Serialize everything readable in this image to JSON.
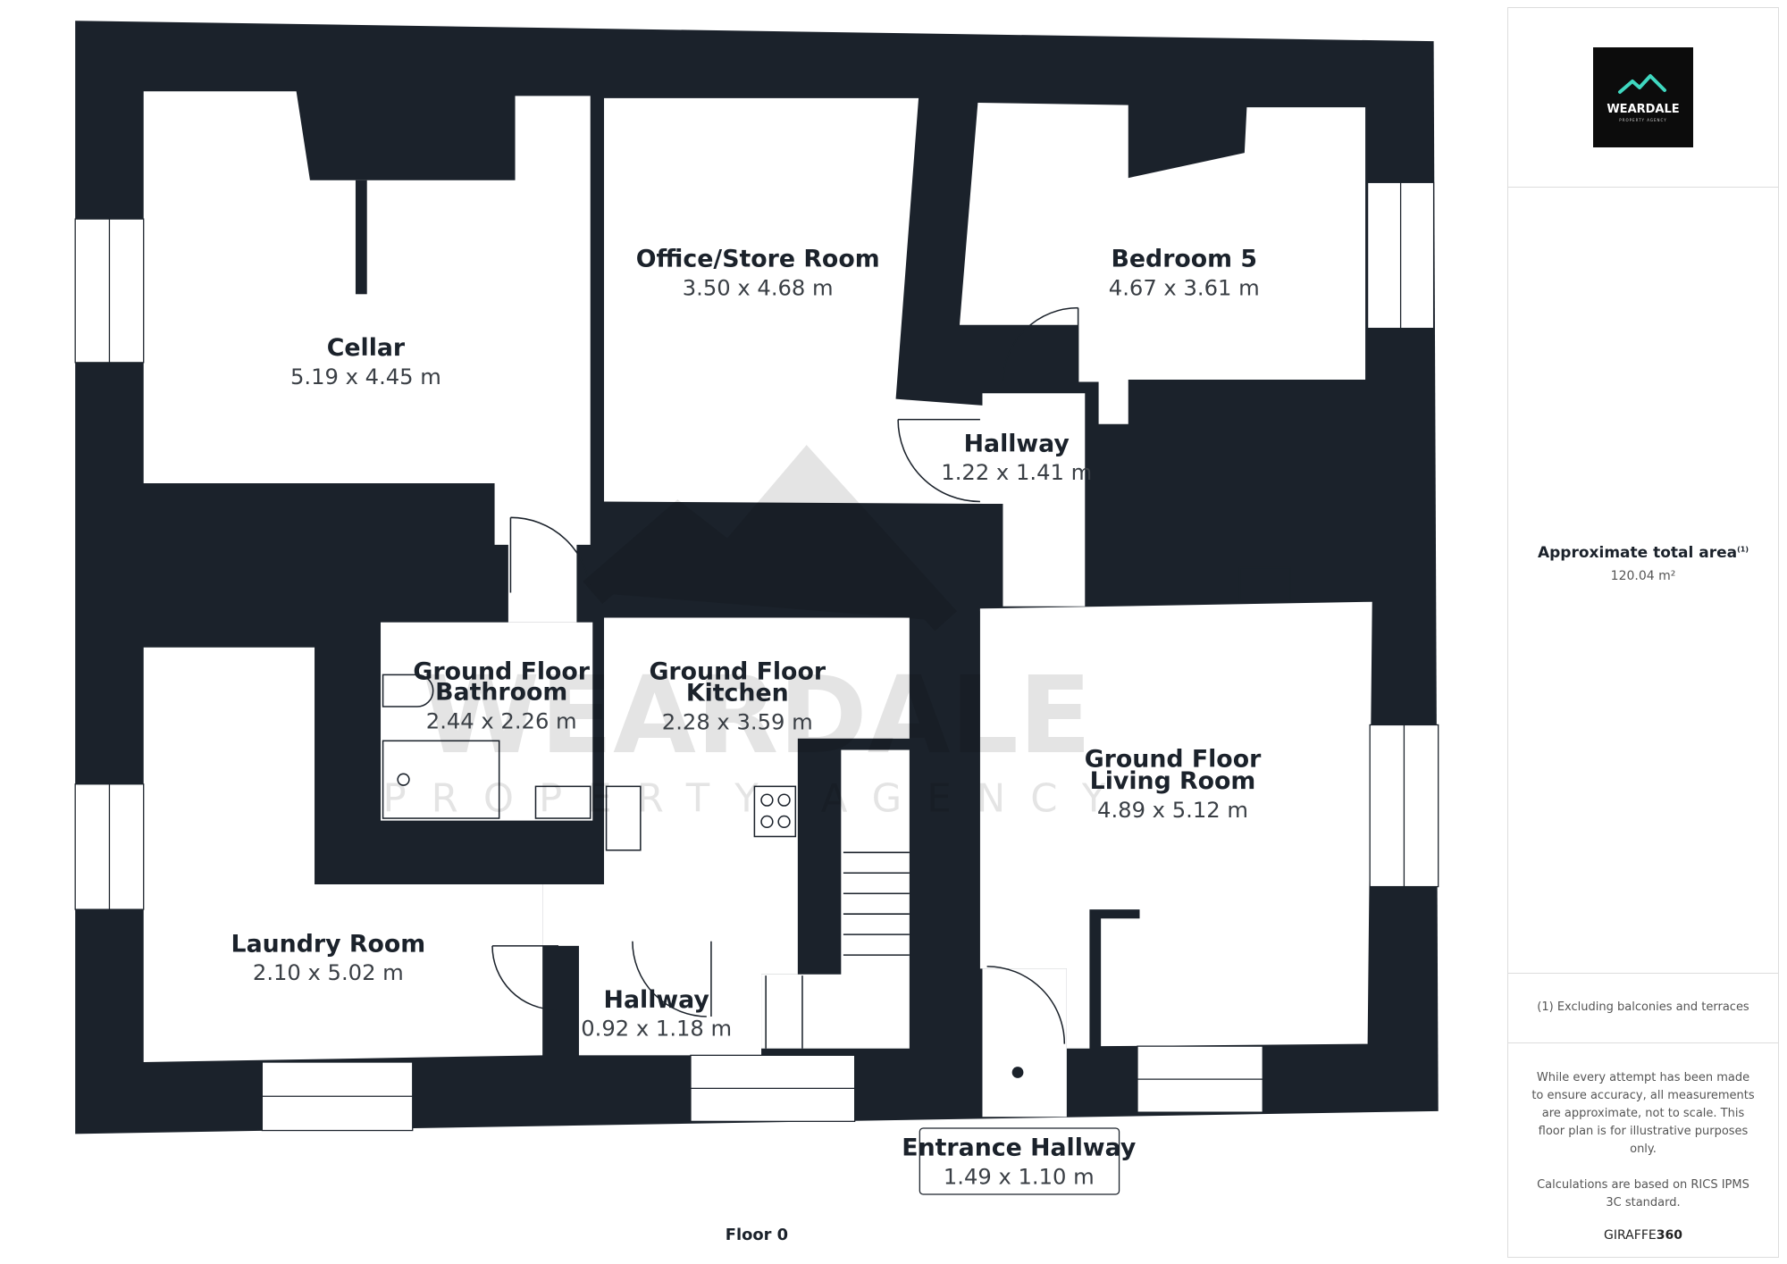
{
  "brand": {
    "name": "WEARDALE",
    "tagline": "PROPERTY AGENCY",
    "accent": "#3fd8c0"
  },
  "rooms": [
    {
      "id": "cellar",
      "name": "Cellar",
      "dim": "5.19 x 4.45 m"
    },
    {
      "id": "office",
      "name": "Office/Store Room",
      "dim": "3.50 x 4.68 m"
    },
    {
      "id": "bedroom5",
      "name": "Bedroom 5",
      "dim": "4.67 x 3.61 m"
    },
    {
      "id": "hallway_upper",
      "name": "Hallway",
      "dim": "1.22 x 1.41 m"
    },
    {
      "id": "bathroom",
      "name_lines": [
        "Ground Floor",
        "Bathroom"
      ],
      "dim": "2.44 x 2.26 m"
    },
    {
      "id": "kitchen",
      "name_lines": [
        "Ground Floor",
        "Kitchen"
      ],
      "dim": "2.28 x 3.59 m"
    },
    {
      "id": "living",
      "name_lines": [
        "Ground Floor",
        "Living Room"
      ],
      "dim": "4.89 x 5.12 m"
    },
    {
      "id": "laundry",
      "name": "Laundry Room",
      "dim": "2.10 x 5.02 m"
    },
    {
      "id": "hallway_lower",
      "name": "Hallway",
      "dim": "0.92 x 1.18 m"
    },
    {
      "id": "entrance",
      "name": "Entrance Hallway",
      "dim": "1.49 x 1.10 m"
    }
  ],
  "floor_label": "Floor 0",
  "sidebar": {
    "area_title": "Approximate total area",
    "area_sup": "(1)",
    "area_value": "120.04 m²",
    "footnote": "(1) Excluding balconies and terraces",
    "disclaimer": "While every attempt has been made to ensure accuracy, all measurements are approximate, not to scale. This floor plan is for illustrative purposes only.",
    "calc_note": "Calculations are based on RICS IPMS 3C standard.",
    "credit_a": "GIRAFFE",
    "credit_b": "360"
  },
  "colors": {
    "wall": "#1b222b",
    "room": "#ffffff"
  }
}
